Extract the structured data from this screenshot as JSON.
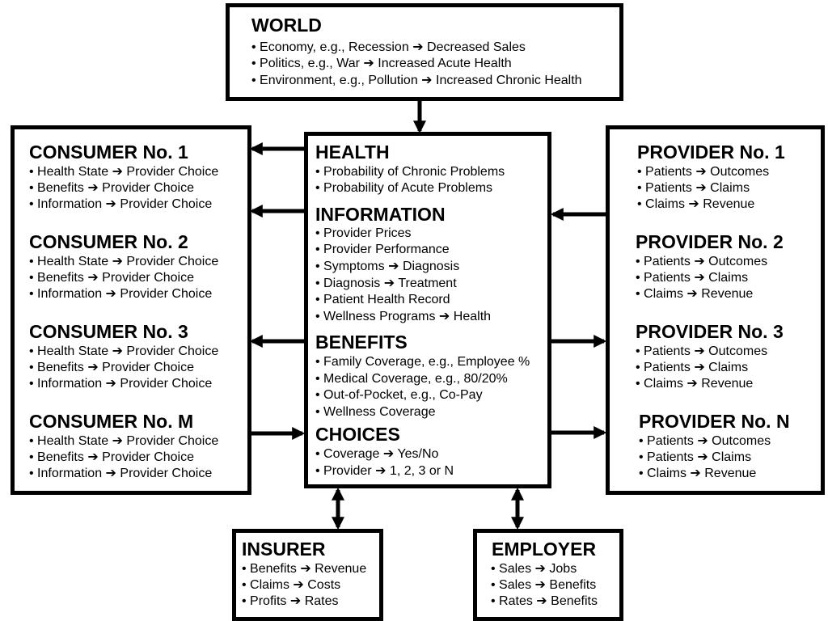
{
  "arrow_glyph": "➔",
  "world": {
    "title": "WORLD",
    "items": [
      {
        "a": "Economy, e.g., Recession",
        "b": "Decreased Sales"
      },
      {
        "a": "Politics, e.g., War",
        "b": "Increased Acute Health"
      },
      {
        "a": "Environment, e.g., Pollution",
        "b": "Increased Chronic Health"
      }
    ]
  },
  "consumers": [
    {
      "title": "CONSUMER No. 1",
      "items": [
        {
          "a": "Health State",
          "b": "Provider Choice"
        },
        {
          "a": "Benefits",
          "b": "Provider Choice"
        },
        {
          "a": "Information",
          "b": "Provider Choice"
        }
      ]
    },
    {
      "title": "CONSUMER No. 2",
      "items": [
        {
          "a": "Health State",
          "b": "Provider Choice"
        },
        {
          "a": "Benefits",
          "b": "Provider Choice"
        },
        {
          "a": "Information",
          "b": "Provider Choice"
        }
      ]
    },
    {
      "title": "CONSUMER No. 3",
      "items": [
        {
          "a": "Health State",
          "b": "Provider Choice"
        },
        {
          "a": "Benefits",
          "b": "Provider Choice"
        },
        {
          "a": "Information",
          "b": "Provider Choice"
        }
      ]
    },
    {
      "title": "CONSUMER No. M",
      "items": [
        {
          "a": "Health State",
          "b": "Provider Choice"
        },
        {
          "a": "Benefits",
          "b": "Provider Choice"
        },
        {
          "a": "Information",
          "b": "Provider Choice"
        }
      ]
    }
  ],
  "center": {
    "sections": [
      {
        "title": "HEALTH",
        "items": [
          {
            "a": "Probability of Chronic Problems"
          },
          {
            "a": "Probability of Acute Problems"
          }
        ]
      },
      {
        "title": "INFORMATION",
        "items": [
          {
            "a": "Provider Prices"
          },
          {
            "a": "Provider Performance"
          },
          {
            "a": "Symptoms",
            "b": "Diagnosis"
          },
          {
            "a": "Diagnosis",
            "b": "Treatment"
          },
          {
            "a": "Patient Health Record"
          },
          {
            "a": "Wellness Programs",
            "b": "Health"
          }
        ]
      },
      {
        "title": "BENEFITS",
        "items": [
          {
            "a": "Family Coverage, e.g., Employee %"
          },
          {
            "a": "Medical Coverage, e.g., 80/20%"
          },
          {
            "a": "Out-of-Pocket, e.g., Co-Pay"
          },
          {
            "a": "Wellness Coverage"
          }
        ]
      },
      {
        "title": "CHOICES",
        "items": [
          {
            "a": "Coverage",
            "b": "Yes/No"
          },
          {
            "a": "Provider",
            "b": "1, 2, 3 or N"
          }
        ]
      }
    ]
  },
  "providers": [
    {
      "title": "PROVIDER No. 1",
      "items": [
        {
          "a": "Patients",
          "b": "Outcomes"
        },
        {
          "a": "Patients",
          "b": "Claims"
        },
        {
          "a": "Claims",
          "b": "Revenue"
        }
      ]
    },
    {
      "title": "PROVIDER No. 2",
      "items": [
        {
          "a": "Patients",
          "b": "Outcomes"
        },
        {
          "a": "Patients",
          "b": "Claims"
        },
        {
          "a": "Claims",
          "b": "Revenue"
        }
      ]
    },
    {
      "title": "PROVIDER No. 3",
      "items": [
        {
          "a": "Patients",
          "b": "Outcomes"
        },
        {
          "a": "Patients",
          "b": "Claims"
        },
        {
          "a": "Claims",
          "b": "Revenue"
        }
      ]
    },
    {
      "title": "PROVIDER No. N",
      "items": [
        {
          "a": "Patients",
          "b": "Outcomes"
        },
        {
          "a": "Patients",
          "b": "Claims"
        },
        {
          "a": "Claims",
          "b": "Revenue"
        }
      ]
    }
  ],
  "insurer": {
    "title": "INSURER",
    "items": [
      {
        "a": "Benefits",
        "b": "Revenue"
      },
      {
        "a": "Claims",
        "b": "Costs"
      },
      {
        "a": "Profits",
        "b": "Rates"
      }
    ]
  },
  "employer": {
    "title": "EMPLOYER",
    "items": [
      {
        "a": "Sales",
        "b": "Jobs"
      },
      {
        "a": "Sales",
        "b": "Benefits"
      },
      {
        "a": "Rates",
        "b": "Benefits"
      }
    ]
  }
}
